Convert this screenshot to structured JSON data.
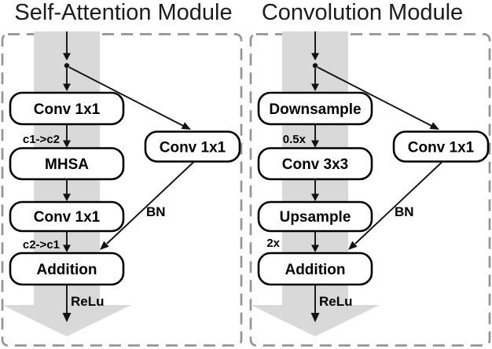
{
  "figure": {
    "type": "neural-network-architecture-diagram",
    "colors": {
      "background": "#ffffff",
      "band_gray": "#d9d9d9",
      "box_fill": "#ffffff",
      "box_stroke": "#000000",
      "dashed_border": "#949494",
      "line": "#121212",
      "title_text": "#1c1c1c"
    },
    "modules": [
      {
        "title": "Self-Attention Module",
        "boxes": [
          "Conv 1x1",
          "MHSA",
          "Conv 1x1",
          "Addition"
        ],
        "side_box": "Conv 1x1",
        "label_after_box1": "c1->c2",
        "label_after_box3": "c2->c1",
        "side_arrow_label": "BN",
        "output_label": "ReLu"
      },
      {
        "title": "Convolution Module",
        "boxes": [
          "Downsample",
          "Conv 3x3",
          "Upsample",
          "Addition"
        ],
        "side_box": "Conv 1x1",
        "label_after_box1": "0.5x",
        "label_after_box3": "2x",
        "side_arrow_label": "BN",
        "output_label": "ReLu"
      }
    ]
  }
}
